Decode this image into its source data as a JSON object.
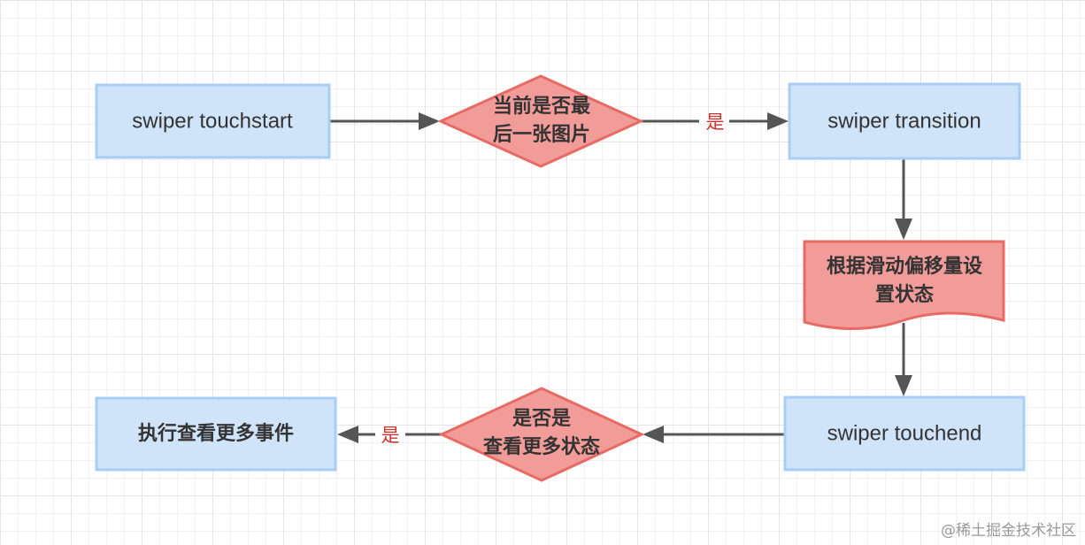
{
  "nodes": {
    "touchstart": "swiper touchstart",
    "is_last_image": [
      "当前是否最",
      "后一张图片"
    ],
    "transition": "swiper transition",
    "set_state": [
      "根据滑动偏移量设",
      "置状态"
    ],
    "touchend": "swiper touchend",
    "is_view_more": [
      "是否是",
      "查看更多状态"
    ],
    "view_more_event": "执行查看更多事件"
  },
  "edges": {
    "yes_top": "是",
    "yes_bottom": "是"
  },
  "watermark": "@稀土掘金技术社区",
  "colors": {
    "process_fill": "#cfe3f9",
    "process_stroke": "#a9cdf5",
    "decision_fill": "#f19c98",
    "decision_stroke": "#e86a64",
    "edge_label": "#d0312d",
    "arrow": "#555555"
  }
}
